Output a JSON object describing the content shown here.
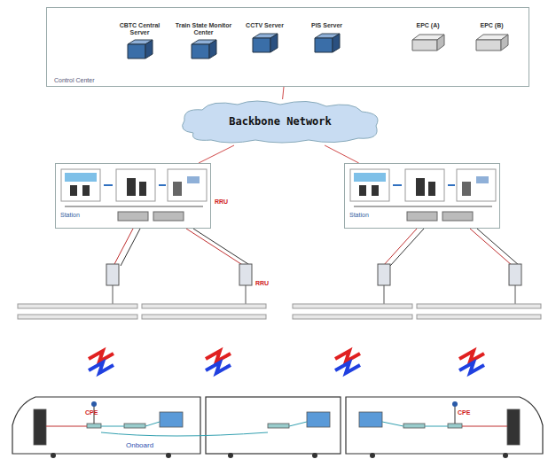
{
  "diagram": {
    "nodes": [
      {
        "text": [
          "Control Center"
        ]
      },
      {
        "text": [
          "CBTC Central Server"
        ],
        "in": 0
      },
      {
        "text": [
          "Train State Monitor Center"
        ],
        "in": 0
      },
      {
        "text": [
          "CCTV Server"
        ],
        "in": 0
      },
      {
        "text": [
          "PIS Server"
        ],
        "in": 0
      },
      {
        "text": [
          "EPC (A)"
        ],
        "in": 0
      },
      {
        "text": [
          "EPC (B)"
        ],
        "in": 0
      },
      {
        "text": [
          "Backbone Network"
        ]
      },
      {
        "text": [
          "Station"
        ]
      },
      {
        "text": [
          "Station"
        ]
      },
      {
        "text": [
          "Onboard"
        ]
      }
    ],
    "edges": [
      {
        "from": 0,
        "to": 7,
        "arrow": "none"
      },
      {
        "from": 7,
        "to": 8,
        "arrow": "none"
      },
      {
        "from": 7,
        "to": 9,
        "arrow": "none"
      }
    ],
    "labels": [
      "RRU",
      "RRU",
      "CPE",
      "CPE"
    ]
  }
}
